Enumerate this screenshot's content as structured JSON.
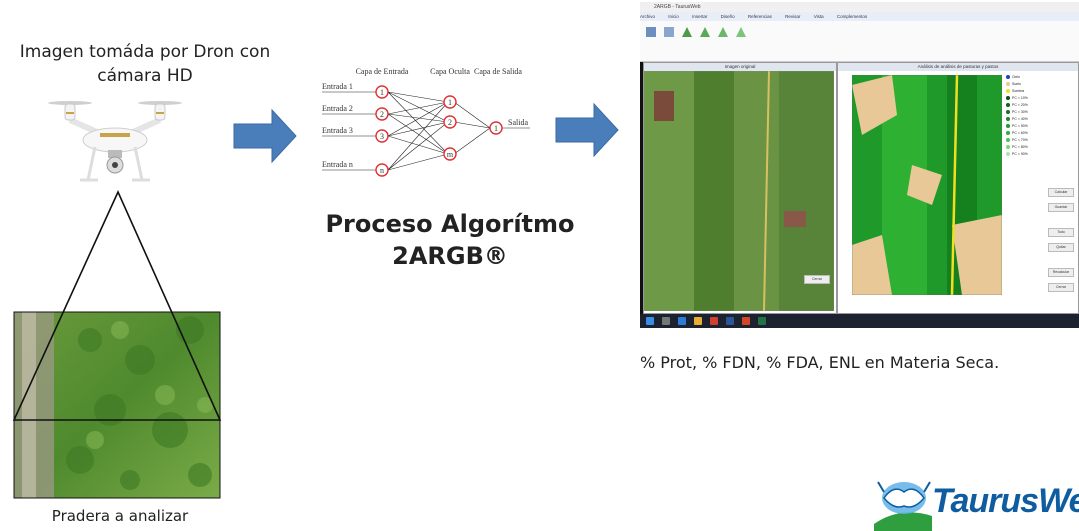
{
  "drone_caption_line1": "Imagen tomáda por Dron con",
  "drone_caption_line2": "cámara HD",
  "pradera_caption": "Pradera a analizar",
  "process_title_line1": "Proceso Algorítmo",
  "process_title_line2": "2ARGB®",
  "result_caption": "% Prot, % FDN, % FDA, ENL en Materia Seca.",
  "logo_text": "TaurusWe",
  "nn": {
    "input_layer": "Capa de Entrada",
    "hidden_layer": "Capa Oculta",
    "output_layer": "Capa de Salida",
    "inputs": [
      "Entrada 1",
      "Entrada 2",
      "Entrada 3",
      "Entrada n"
    ],
    "input_nodes": [
      "1",
      "2",
      "3",
      "n"
    ],
    "hidden_nodes": [
      "1",
      "2",
      "m"
    ],
    "output_node": "1",
    "output_label": "Salida"
  },
  "screenshot": {
    "title": "2ARGB - TaurusWeb",
    "menu": [
      "Archivo",
      "Inicio",
      "Insertar",
      "Diseño",
      "Referencias",
      "Revisar",
      "Vista",
      "Complementos"
    ],
    "left_pane_title": "Imagen original",
    "right_pane_title": "Análisis de análisis de pasturas y pastos",
    "legend": [
      "Cielo",
      "Suelo",
      "Sombra",
      "PC < 10%",
      "PC < 20%",
      "PC < 30%",
      "PC < 40%",
      "PC < 50%",
      "PC < 60%",
      "PC < 70%",
      "PC < 80%",
      "PC < 90%"
    ],
    "buttons": [
      "Calcular",
      "Guardar",
      "Todo",
      "Quitar",
      "Recalcular",
      "Cerrar"
    ],
    "close_label": "Cerrar"
  },
  "colors": {
    "arrow": "#4a7ebb",
    "nn_node": "#e03030",
    "logo_blue": "#0f5da0"
  }
}
